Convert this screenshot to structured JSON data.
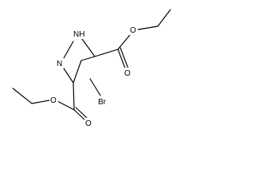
{
  "structure": {
    "atoms": {
      "nh": "NH",
      "n": "N",
      "br": "Br",
      "o_ester_right_single": "O",
      "o_ester_right_double": "O",
      "o_ester_left_single": "O",
      "o_ester_left_double": "O"
    }
  },
  "colors": {
    "bond": "#000000",
    "label": "#000000",
    "background": "#ffffff"
  }
}
